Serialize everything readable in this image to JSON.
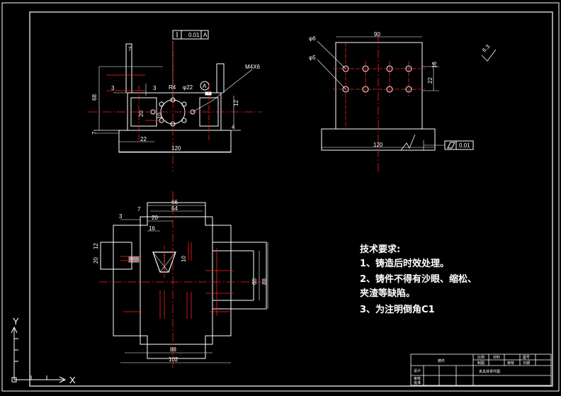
{
  "drawing": {
    "background": "#000000",
    "line_color": "#ffffff",
    "center_line_color": "#ff0000",
    "frame_color": "#ffffff"
  },
  "front_view": {
    "tolerance_flatness": "0.01",
    "tolerance_datum": "A",
    "datum_mark": "A",
    "dim_7": "7",
    "dim_68": "68",
    "dim_3a": "3",
    "dim_3b": "3",
    "dim_r4": "R4",
    "dim_phi22": "φ22",
    "dim_m4x6": "M4X6",
    "dim_20": "20",
    "dim_10": "10",
    "dim_12": "12",
    "dim_7b": "7",
    "dim_22": "22",
    "dim_120": "120",
    "dim_4": "4"
  },
  "side_view": {
    "dim_phi6": "φ6",
    "dim_phi5": "φ5",
    "dim_90": "90",
    "dim_16": "16",
    "dim_22": "22",
    "dim_120": "120",
    "tolerance_flatness": "0.01",
    "roughness": "6.3"
  },
  "top_view": {
    "dim_66": "66",
    "dim_64": "64",
    "dim_7": "7",
    "dim_3": "3",
    "dim_20": "20",
    "dim_16": "16",
    "dim_12": "12",
    "dim_20b": "20",
    "dim_10": "10",
    "dim_60": "60",
    "dim_88": "88",
    "dim_88b": "88",
    "dim_102": "102"
  },
  "tech_requirements": {
    "title": "技术要求:",
    "item1": "1、铸造后时效处理。",
    "item2": "2、铸件不得有沙眼、缩松、",
    "item2_cont": "夹渣等缺陷。",
    "item3": "3、为注明倒角C1"
  },
  "title_block": {
    "part_name": "铸件",
    "c1": "比例",
    "c2": "材料",
    "c3": "图号",
    "c4": "制图",
    "c5": "审核",
    "c6": "日期",
    "drawing_name": "夹具体零件图",
    "l1": "设计",
    "l2": "审核",
    "l3": "批准"
  },
  "ucs": {
    "x_label": "X",
    "y_label": "Y"
  }
}
